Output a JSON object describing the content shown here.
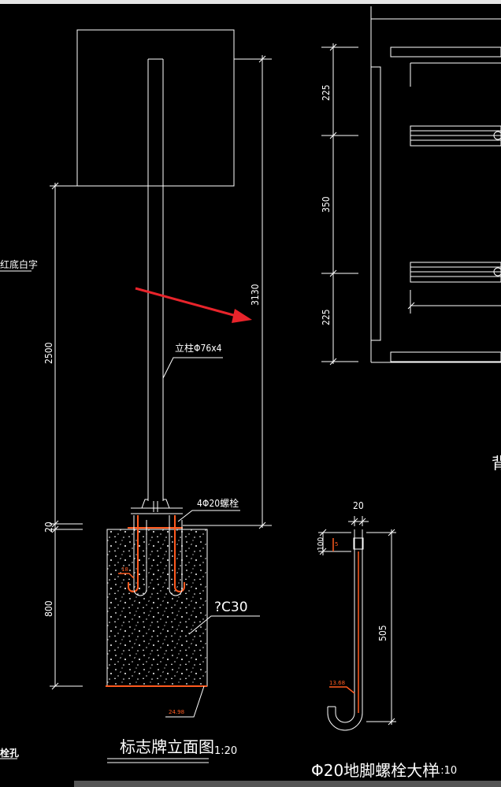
{
  "drawing": {
    "left_note": "红底白字",
    "post_label": "立柱Φ76x4",
    "bolt_label": "4Φ20螺栓",
    "concrete_label": "?C30",
    "base_elev": "24.98",
    "left_bottom_note": "栓孔",
    "dims_left": {
      "d2500": "2500",
      "d20": "20",
      "d800": "800"
    },
    "dim_total": "3130",
    "dims_right": {
      "a": "225",
      "b": "350",
      "c": "225"
    },
    "right_edge_char": "背",
    "bolt_detail": {
      "d20": "20",
      "d100": "100",
      "d505": "505",
      "small_top": "5",
      "small_mid": "18",
      "small_low": "13.68"
    },
    "titles": {
      "elevation": "标志牌立面图",
      "elevation_scale": "1:20",
      "bolt": "Φ20地脚螺栓大样",
      "bolt_scale": "1:10"
    }
  }
}
